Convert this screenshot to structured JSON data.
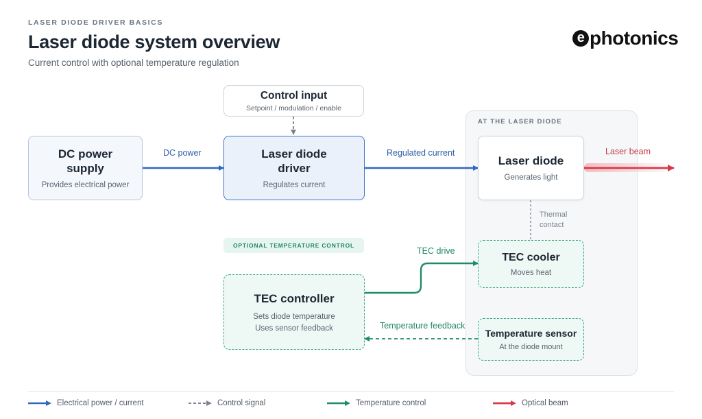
{
  "header": {
    "eyebrow": "LASER DIODE DRIVER BASICS",
    "title": "Laser diode system overview",
    "subtitle": "Current control with optional temperature regulation",
    "logo_text": "photonics",
    "logo_mark": "e"
  },
  "nodes": {
    "control_input": {
      "title": "Control input",
      "subtitle": "Setpoint / modulation / enable"
    },
    "dc_power": {
      "title": "DC power supply",
      "subtitle": "Provides electrical power"
    },
    "driver": {
      "title": "Laser diode driver",
      "subtitle": "Regulates current"
    },
    "laser_diode": {
      "title": "Laser diode",
      "subtitle": "Generates light"
    },
    "tec_cooler": {
      "title": "TEC cooler",
      "subtitle": "Moves heat"
    },
    "tec_controller": {
      "title": "TEC controller",
      "subtitle_1": "Sets diode temperature",
      "subtitle_2": "Uses sensor feedback"
    },
    "temp_sensor": {
      "title": "Temperature sensor",
      "subtitle": "At the diode mount"
    }
  },
  "group": {
    "label": "AT THE LASER DIODE"
  },
  "optional_tag": "OPTIONAL TEMPERATURE CONTROL",
  "edges": {
    "dc_power": "DC power",
    "regulated_current": "Regulated current",
    "laser_beam": "Laser beam",
    "thermal_contact_1": "Thermal",
    "thermal_contact_2": "contact",
    "tec_drive": "TEC drive",
    "temperature_feedback": "Temperature feedback"
  },
  "legend": [
    {
      "label": "Electrical power / current",
      "color": "#2f68c0",
      "style": "solid"
    },
    {
      "label": "Control signal",
      "color": "#7a838d",
      "style": "dashed"
    },
    {
      "label": "Temperature control",
      "color": "#1f8a6c",
      "style": "solid"
    },
    {
      "label": "Optical beam",
      "color": "#d63a48",
      "style": "solid"
    }
  ],
  "colors": {
    "electrical": "#2f68c0",
    "control": "#7a838d",
    "temperature": "#1f8a6c",
    "optical": "#d63a48"
  }
}
